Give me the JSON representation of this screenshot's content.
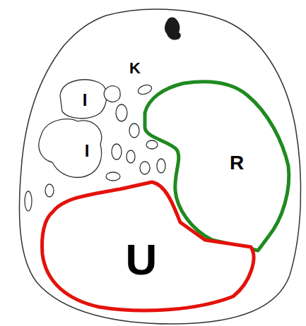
{
  "diagram": {
    "nodes": [
      {
        "text": [
          "R"
        ]
      },
      {
        "text": [
          "U"
        ]
      }
    ],
    "labels": [
      "K",
      "I",
      "I"
    ]
  }
}
